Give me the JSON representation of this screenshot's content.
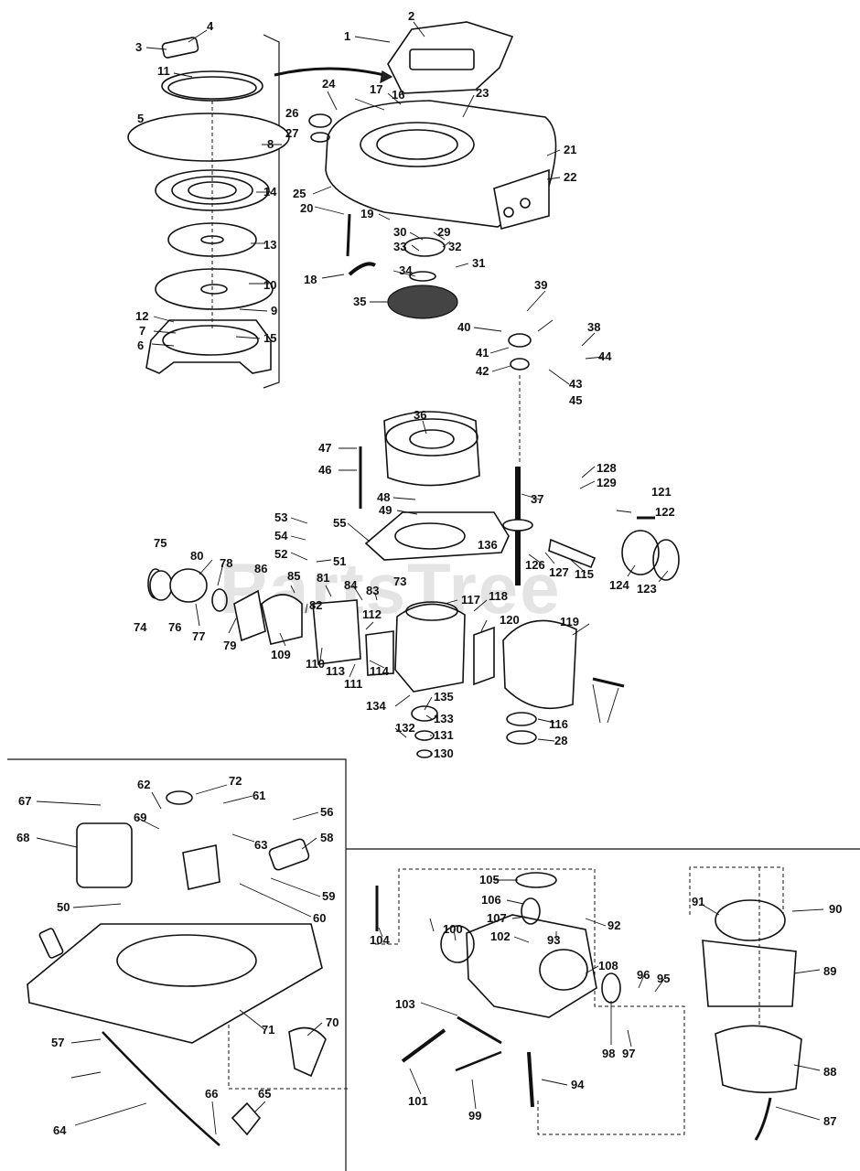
{
  "watermark": "PartsTree",
  "part_numbers": [
    "1",
    "2",
    "3",
    "4",
    "5",
    "6",
    "7",
    "8",
    "9",
    "10",
    "11",
    "12",
    "13",
    "14",
    "15",
    "16",
    "17",
    "18",
    "19",
    "20",
    "21",
    "22",
    "23",
    "24",
    "25",
    "26",
    "27",
    "28",
    "29",
    "30",
    "31",
    "32",
    "33",
    "34",
    "35",
    "36",
    "37",
    "38",
    "39",
    "40",
    "41",
    "42",
    "43",
    "44",
    "45",
    "46",
    "47",
    "48",
    "49",
    "50",
    "51",
    "52",
    "53",
    "54",
    "55",
    "56",
    "57",
    "58",
    "59",
    "60",
    "61",
    "62",
    "63",
    "64",
    "65",
    "66",
    "67",
    "68",
    "69",
    "70",
    "71",
    "72",
    "73",
    "74",
    "75",
    "76",
    "77",
    "78",
    "79",
    "80",
    "81",
    "82",
    "83",
    "84",
    "85",
    "86",
    "87",
    "88",
    "89",
    "90",
    "91",
    "92",
    "93",
    "94",
    "95",
    "96",
    "97",
    "98",
    "99",
    "100",
    "101",
    "102",
    "103",
    "104",
    "105",
    "106",
    "107",
    "108",
    "109",
    "110",
    "111",
    "112",
    "113",
    "114",
    "115",
    "116",
    "117",
    "118",
    "119",
    "120",
    "121",
    "122",
    "123",
    "124",
    "126",
    "127",
    "128",
    "129",
    "130",
    "131",
    "132",
    "133",
    "134",
    "135",
    "136"
  ]
}
